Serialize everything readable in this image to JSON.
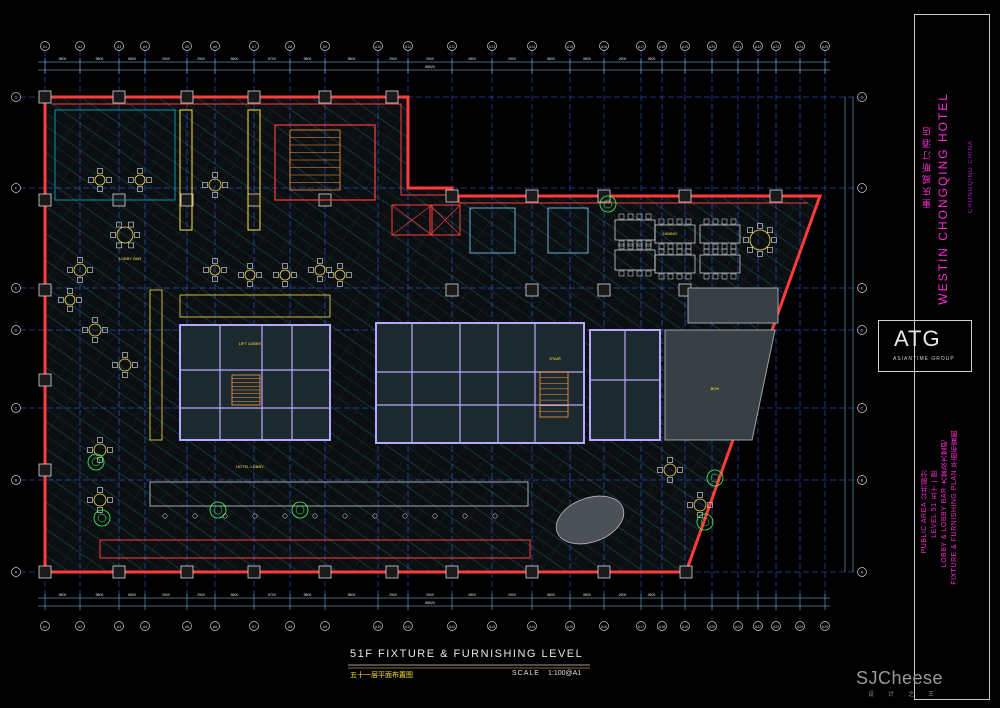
{
  "drawing": {
    "title": "51F  FIXTURE & FURNISHING LEVEL",
    "title_cn": "五十一层平面布置图",
    "scale_label": "SCALE",
    "scale_value": "1:100@A1",
    "overall_dim_top": "88520",
    "overall_dim_bottom": "88520",
    "top_dims": [
      "5800",
      "5800",
      "5800",
      "2900",
      "2900",
      "5800",
      "5700",
      "5800",
      "5800",
      "2900",
      "2900",
      "2800",
      "2900",
      "5800",
      "5800",
      "2900",
      "2800"
    ],
    "grid_labels": [
      "A1",
      "A2",
      "A3",
      "A4",
      "A5",
      "A6",
      "A7",
      "A8",
      "A9",
      "A10",
      "A11",
      "A12",
      "A13",
      "A14",
      "A15",
      "A16",
      "A17",
      "A18",
      "A19",
      "A20",
      "A21",
      "A22",
      "A23",
      "A24",
      "A25",
      "A26",
      "A27",
      "A28"
    ],
    "row_labels": [
      "G",
      "F",
      "E",
      "D",
      "C",
      "B",
      "A"
    ],
    "room_labels": [
      "LOBBY BAR",
      "DINING",
      "LIFT LOBBY",
      "HOTEL LOBBY",
      "BOH",
      "STAIR"
    ]
  },
  "title_block": {
    "hotel_en": "WESTIN CHONGQING HOTEL",
    "hotel_cn": "重庆威斯汀酒店",
    "city": "CHONGQING CHINA",
    "logo": "ATG",
    "logo_sub": "ASIANTIME GROUP",
    "drawing_lines": [
      "PUBLIC AREA  公共部分",
      "LEVEL 51  五十一层",
      "LOBBY & LOBBY BAR  大堂及大堂吧",
      "FIXTURE & FURNISHING PLAN  平面布置图"
    ]
  },
  "watermark": {
    "brand": "SJCheese",
    "cn": "设计之王"
  },
  "colors": {
    "background": "#000000",
    "wall": "#ff3b3b",
    "grid": "#3b6bff",
    "furniture": "#ffe23c",
    "hatch": "#00b4c8",
    "title": "#ff2bd7",
    "core": "#b6a8ff"
  }
}
